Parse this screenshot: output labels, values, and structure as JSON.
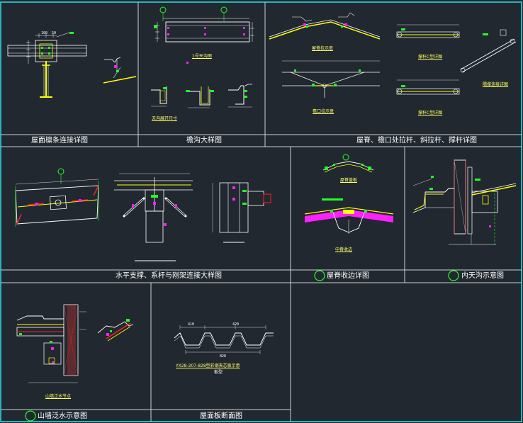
{
  "panel_titles": {
    "roof_purlin": "屋面檩条连接详图",
    "gutter": "檐沟大样图",
    "ridge_sag": "屋脊、檐口处拉杆、斜拉杆、撑杆详图",
    "bracing": "水平支撑、系杆与刚架连接大样图",
    "ridge_flashing": "屋脊收边详图",
    "parapet": "内天沟示意图",
    "gable": "山墙泛水示意图",
    "roof_panel": "屋面板断面图"
  },
  "sub_labels": {
    "gutter_a": "1号天沟图",
    "gutter_b": "天沟展开尺寸",
    "ridge_tie": "屋脊拉示意",
    "eave_tie": "檐口拉示意",
    "brace_a": "撑杆C型详图",
    "brace_b": "撑杆C型详图",
    "brace_c": "隅撑连接详图",
    "ridge_flash_top": "屋脊盖板",
    "ridge_flash_bottom": "中脊收边",
    "gable_node": "山墙泛水节点",
    "panel_model": "YX28-207-828型彩钢夹芯板示意",
    "panel_note": "板型"
  },
  "dims": {
    "panel_left": "410",
    "panel_right": "420",
    "panel_bottom": "828",
    "dim_a": "100",
    "dim_b": "50"
  },
  "colors": {
    "frame": "#2ee0e8",
    "line": "#ffffff",
    "accent": "#ffff00",
    "green": "#22ff22",
    "magenta": "#ff20ff",
    "red": "#ff2020"
  }
}
